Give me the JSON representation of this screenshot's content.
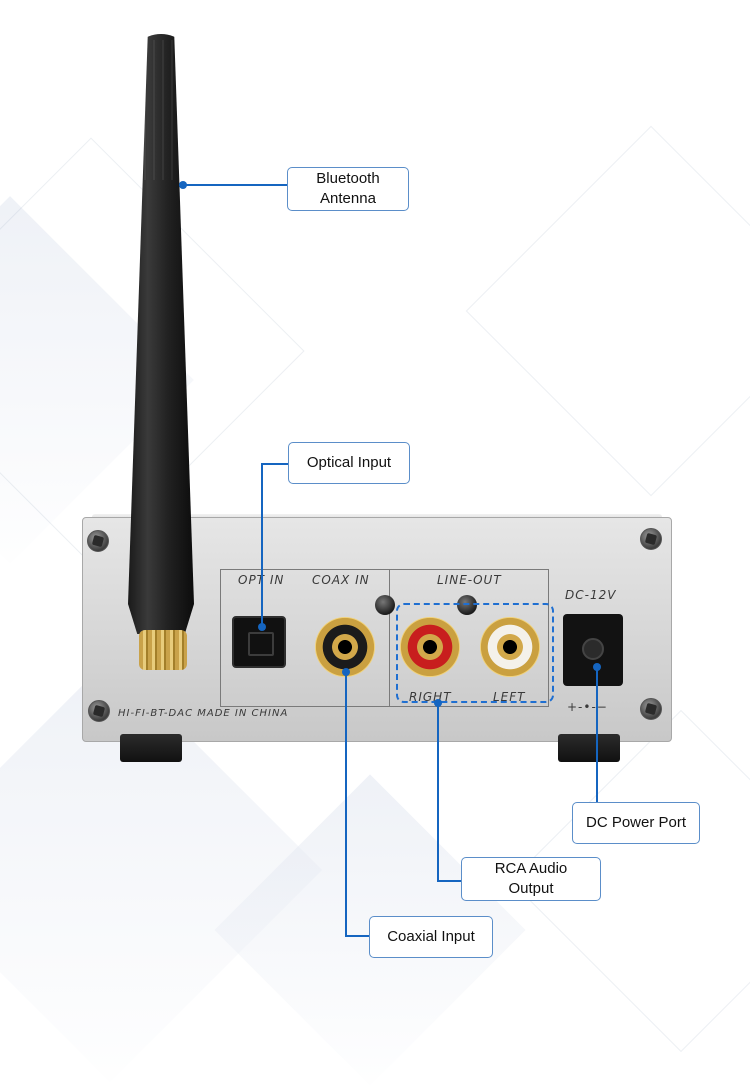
{
  "labels": {
    "bluetooth_antenna": "Bluetooth\nAntenna",
    "optical_input": "Optical Input",
    "dc_power_port": "DC Power Port",
    "rca_audio_output": "RCA Audio\nOutput",
    "coaxial_input": "Coaxial Input"
  },
  "panel_text": {
    "opt_in": "OPT IN",
    "coax_in": "COAX IN",
    "line_out": "LINE-OUT",
    "right": "RIGHT",
    "left": "LEFT",
    "dc_12v": "DC-12V",
    "polarity": "+-•-−",
    "maker": "HI-FI-BT-DAC MADE IN CHINA"
  },
  "colors": {
    "callout_line": "#1565c0",
    "rca_right": "#c81e1e",
    "rca_left": "#f4f1ea"
  }
}
